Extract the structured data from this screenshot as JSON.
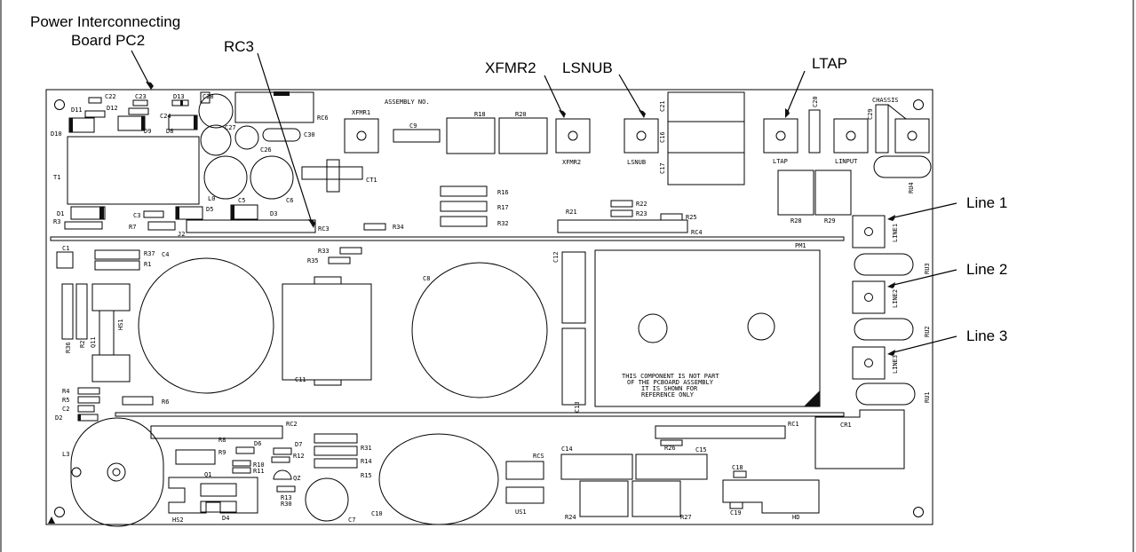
{
  "callouts": {
    "power_board_line1": "Power Interconnecting",
    "power_board_line2": "Board PC2",
    "rc3": "RC3",
    "xfmr2": "XFMR2",
    "lsnub": "LSNUB",
    "ltap": "LTAP",
    "line1": "Line 1",
    "line2": "Line 2",
    "line3": "Line 3"
  },
  "board_labels": {
    "assembly_no": "ASSEMBLY NO.",
    "xfmr1": "XFMR1",
    "xfmr2": "XFMR2",
    "lsnub": "LSNUB",
    "ltap": "LTAP",
    "linput": "LINPUT",
    "chassis": "CHASSIS",
    "line1": "LINE1",
    "line2": "LINE2",
    "line3": "LINE3",
    "c9": "C9",
    "r18": "R18",
    "r20": "R20",
    "c21": "C21",
    "c16": "C16",
    "c17": "C17",
    "c20": "C20",
    "c29": "C29",
    "ru4": "RU4",
    "ru3": "RU3",
    "ru2": "RU2",
    "ru1": "RU1",
    "r28": "R28",
    "r29": "R29",
    "pm1": "PM1",
    "c22": "C22",
    "c23": "C23",
    "d13": "D13",
    "d11": "D11",
    "d12": "D12",
    "c24": "C24",
    "d10": "D10",
    "d9": "D9",
    "d8": "D8",
    "c28": "C28",
    "rc6": "RC6",
    "c27": "C27",
    "c26": "C26",
    "c30": "C30",
    "t1": "T1",
    "l0": "L0",
    "c5": "C5",
    "c6": "C6",
    "ct1": "CT1",
    "d1": "D1",
    "c3": "C3",
    "d5": "D5",
    "d3": "D3",
    "r3": "R3",
    "r7": "R7",
    "j2": "J2",
    "rc3": "RC3",
    "r34": "R34",
    "r16": "R16",
    "r17": "R17",
    "r32": "R32",
    "r21": "R21",
    "r22": "R22",
    "r23": "R23",
    "r25": "R25",
    "rc4": "RC4",
    "c1": "C1",
    "r37": "R37",
    "r1": "R1",
    "c4": "C4",
    "r33": "R33",
    "r35": "R35",
    "c8": "C8",
    "c12": "C12",
    "c13": "C13",
    "c11": "C11",
    "r36": "R36",
    "r2": "R2",
    "q11": "Q11",
    "hs1": "HS1",
    "r4": "R4",
    "r5": "R5",
    "c2": "C2",
    "d2": "D2",
    "r6": "R6",
    "rc2": "RC2",
    "rc1": "RC1",
    "cr1": "CR1",
    "l3": "L3",
    "r8": "R8",
    "r9": "R9",
    "d6": "D6",
    "d7": "D7",
    "r10": "R10",
    "r11": "R11",
    "r12": "R12",
    "q1": "Q1",
    "qz": "QZ",
    "r13": "R13",
    "r30": "R30",
    "c7": "C7",
    "hs2": "HS2",
    "d4": "D4",
    "r31": "R31",
    "r14": "R14",
    "r15": "R15",
    "c10": "C10",
    "rcs": "RCS",
    "us1": "US1",
    "c14": "C14",
    "c15": "C15",
    "r26": "R26",
    "r24": "R24",
    "r27": "R27",
    "c18": "C18",
    "c19": "C19",
    "hd": "HD",
    "ref_note_1": "THIS COMPONENT IS NOT PART",
    "ref_note_2": "OF THE PCBOARD ASSEMBLY",
    "ref_note_3": "IT IS SHOWN FOR",
    "ref_note_4": "REFERENCE ONLY"
  }
}
